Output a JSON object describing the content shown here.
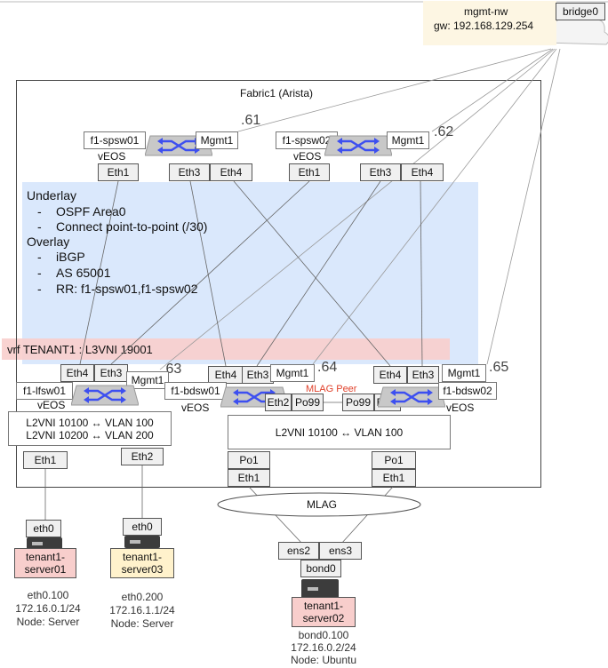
{
  "mgmt": {
    "name": "mgmt-nw",
    "gw": "gw: 192.168.129.254",
    "bridge": "bridge0"
  },
  "fabric": {
    "title": "Fabric1 (Arista)"
  },
  "spines": [
    {
      "name": "f1-spsw01",
      "os": "vEOS",
      "mgmt": "Mgmt1",
      "addr": ".61",
      "ports": [
        "Eth1",
        "Eth3",
        "Eth4"
      ]
    },
    {
      "name": "f1-spsw02",
      "os": "vEOS",
      "mgmt": "Mgmt1",
      "addr": ".62",
      "ports": [
        "Eth1",
        "Eth3",
        "Eth4"
      ]
    }
  ],
  "info": {
    "underlay_title": "Underlay",
    "underlay_items": [
      "OSPF Area0",
      "Connect point-to-point (/30)"
    ],
    "overlay_title": "Overlay",
    "overlay_items": [
      "iBGP",
      "AS 65001",
      "RR: f1-spsw01,f1-spsw02"
    ],
    "bullet": "-"
  },
  "vrf": "vrf TENANT1 : L3VNI 19001",
  "leaves": [
    {
      "name": "f1-lfsw01",
      "os": "vEOS",
      "mgmt": "Mgmt1",
      "addr": ".63",
      "ports": [
        "Eth4",
        "Eth3"
      ]
    },
    {
      "name": "f1-bdsw01",
      "os": "vEOS",
      "mgmt": "Mgmt1",
      "addr": ".64",
      "ports": [
        "Eth4",
        "Eth3"
      ],
      "peer_ports": [
        "Eth2",
        "Po99"
      ]
    },
    {
      "name": "f1-bdsw02",
      "os": "vEOS",
      "mgmt": "Mgmt1",
      "addr": ".65",
      "ports": [
        "Eth4",
        "Eth3"
      ],
      "peer_ports": [
        "Po99",
        "Eth2"
      ]
    }
  ],
  "mlag_peer": "MLAG Peer",
  "vni_left": [
    "L2VNI 10100 ↔ VLAN 100",
    "L2VNI 10200 ↔ VLAN 200"
  ],
  "vni_mid": "L2VNI 10100 ↔ VLAN 100",
  "leaf_down_ports": [
    "Eth1",
    "Eth2"
  ],
  "bd_down": [
    {
      "po": "Po1",
      "eth": "Eth1"
    },
    {
      "po": "Po1",
      "eth": "Eth1"
    }
  ],
  "mlag": "MLAG",
  "servers": [
    {
      "nic": "eth0",
      "name": [
        "tenant1-",
        "server01"
      ],
      "info": [
        "eth0.100",
        "172.16.0.1/24",
        "Node: Server"
      ],
      "color": "#f8cecc"
    },
    {
      "nic": "eth0",
      "name": [
        "tenant1-",
        "server03"
      ],
      "info": [
        "eth0.200",
        "172.16.1.1/24",
        "Node: Server"
      ],
      "color": "#fff2cc"
    },
    {
      "nics": [
        "ens2",
        "ens3"
      ],
      "bond": "bond0",
      "name": [
        "tenant1-",
        "server02"
      ],
      "info": [
        "bond0.100",
        "172.16.0.2/24",
        "Node: Ubuntu"
      ],
      "color": "#f8cecc"
    }
  ],
  "colors": {
    "info_panel": "#dae8fc",
    "vrf_band": "#f8cecc",
    "mgmt_bg": "#fdf6e3",
    "switch_body": "#c8c8c8",
    "switch_arrow": "#3d4ff0",
    "mlag_peer_text": "#e0402a"
  }
}
